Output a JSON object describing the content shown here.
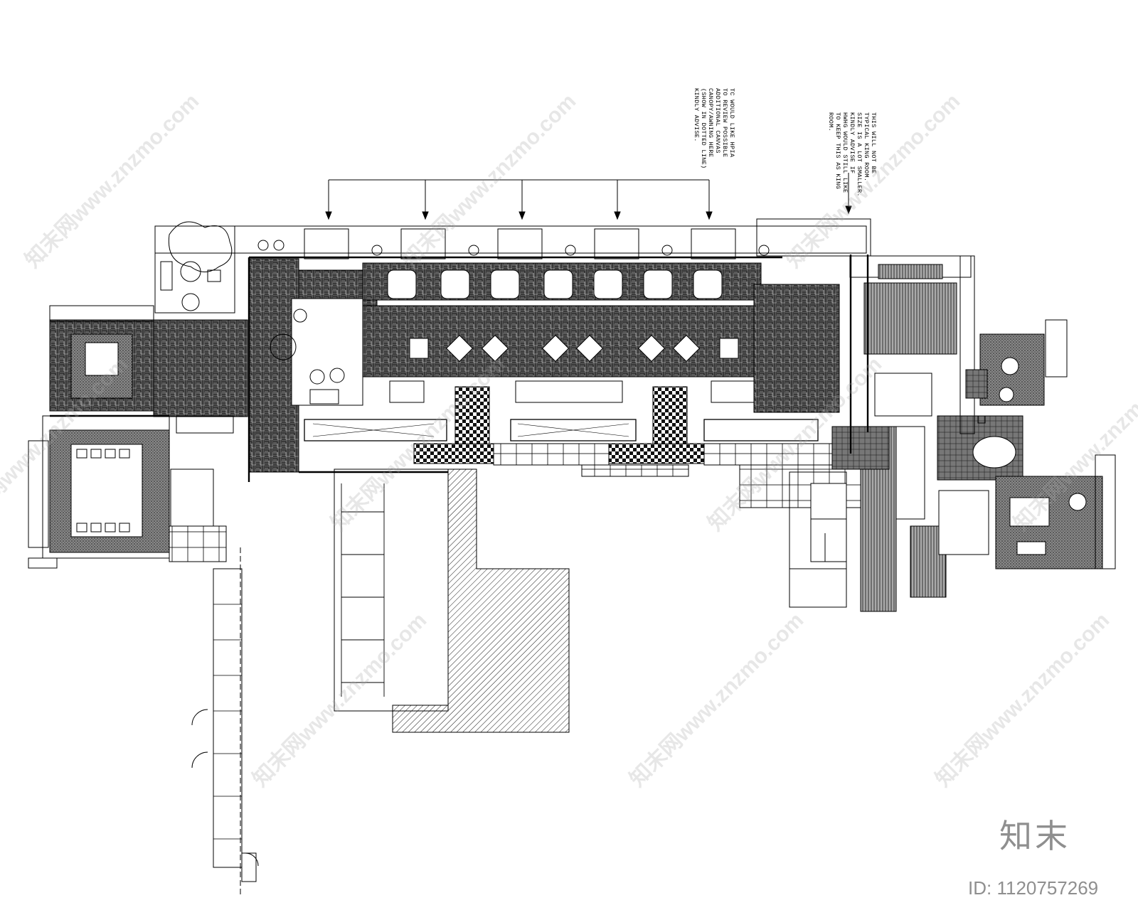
{
  "notes": {
    "canopy_note": "TC WOULD LIKE HPIA\nTO REVIEW POSSIBLE\nADDITIONAL CANVAS\nCANOPY/AWNING HERE\n(SHOW IN DOTTED LINE)\nKINDLY ADVISE.",
    "king_room_note": "THIS WILL NOT BE\nTYPICAL KING ROOM.\nSIZE IS A LOT SMALLER.\nKINDLY ADVISE IF\nHWHG WOULD STILL LIKE\nTO KEEP THIS AS KING\nROOM."
  },
  "watermark": {
    "text": "知末网www.znzmo.com"
  },
  "brand": {
    "logo": "知末",
    "id_text": "ID: 1120757269"
  },
  "colors": {
    "line": "#000000",
    "watermark": "#b0b0b0",
    "brand": "#8f8f8f"
  }
}
